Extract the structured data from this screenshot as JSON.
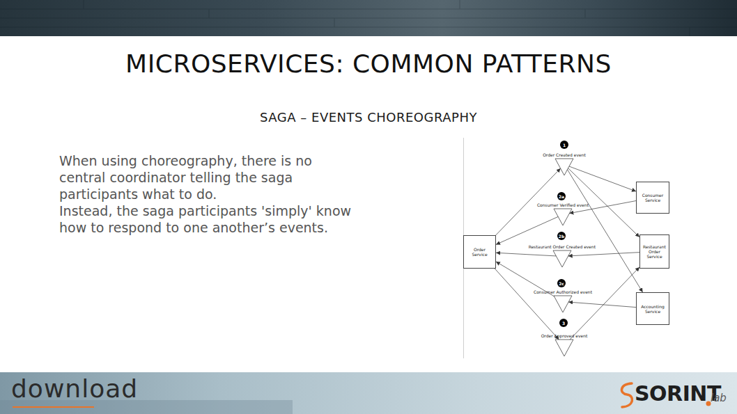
{
  "diagram": {
    "title": "MICROSERVICES: COMMON PATTERNS",
    "nodes": [
      {
        "text": [
          "Order Created event"
        ]
      },
      {
        "text": [
          "Consumer Service"
        ]
      },
      {
        "text": [
          "Consumer Verified event"
        ]
      },
      {
        "text": [
          "Order Service"
        ]
      },
      {
        "text": [
          "Restaurant Order Created event"
        ]
      },
      {
        "text": [
          "Restaurant Order Service"
        ]
      },
      {
        "text": [
          "Consumer Authorized event"
        ]
      },
      {
        "text": [
          "Accounting Service"
        ]
      },
      {
        "text": [
          "Order Approved event"
        ]
      }
    ],
    "edges": [
      {
        "from": 3,
        "to": 0,
        "arrow": "to"
      },
      {
        "from": 0,
        "to": 1,
        "arrow": "to"
      },
      {
        "from": 0,
        "to": 5,
        "arrow": "to"
      },
      {
        "from": 0,
        "to": 7,
        "arrow": "to"
      },
      {
        "from": 1,
        "to": 2,
        "arrow": "to"
      },
      {
        "from": 2,
        "to": 3,
        "arrow": "to"
      },
      {
        "from": 5,
        "to": 4,
        "arrow": "to"
      },
      {
        "from": 4,
        "to": 3,
        "arrow": "to"
      },
      {
        "from": 7,
        "to": 6,
        "arrow": "to"
      },
      {
        "from": 6,
        "to": 3,
        "arrow": "to"
      },
      {
        "from": 3,
        "to": 8,
        "arrow": "to"
      },
      {
        "from": 8,
        "to": 5,
        "arrow": "to"
      }
    ],
    "labels": [
      "SAGA – EVENTS CHOREOGRAPHY",
      "When using choreography, there is no central coordinator telling the saga participants what to do.",
      "Instead, the saga participants 'simply' know how to respond to one another’s events.",
      "1",
      "2a",
      "2b",
      "2c",
      "3",
      "download",
      "SORINT",
      "lab"
    ]
  }
}
